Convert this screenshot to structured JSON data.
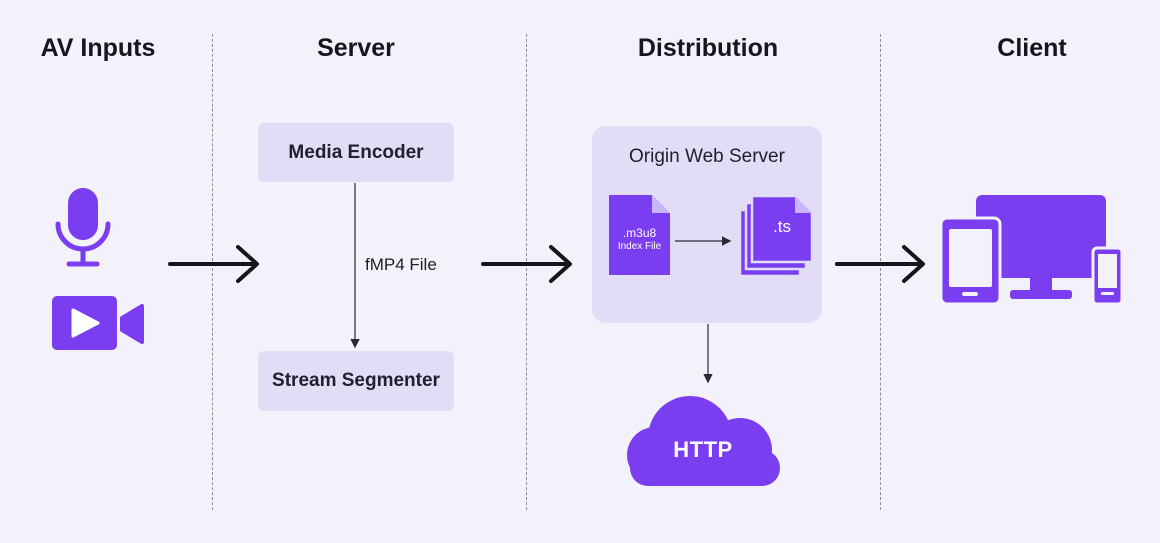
{
  "columns": {
    "av_inputs": "AV Inputs",
    "server": "Server",
    "distribution": "Distribution",
    "client": "Client"
  },
  "server": {
    "encoder": "Media Encoder",
    "segmenter": "Stream Segmenter",
    "flow_label": "fMP4 File"
  },
  "distribution": {
    "origin_title": "Origin Web Server",
    "index_ext": ".m3u8",
    "index_caption": "Index File",
    "segment_ext": ".ts",
    "cloud_label": "HTTP"
  },
  "icons": [
    "microphone-icon",
    "video-camera-icon",
    "file-icon",
    "stacked-files-icon",
    "cloud-icon",
    "devices-icon"
  ],
  "colors": {
    "accent": "#7a3df0",
    "box_fill": "#e2dcf7",
    "background": "#f3f1fa"
  }
}
